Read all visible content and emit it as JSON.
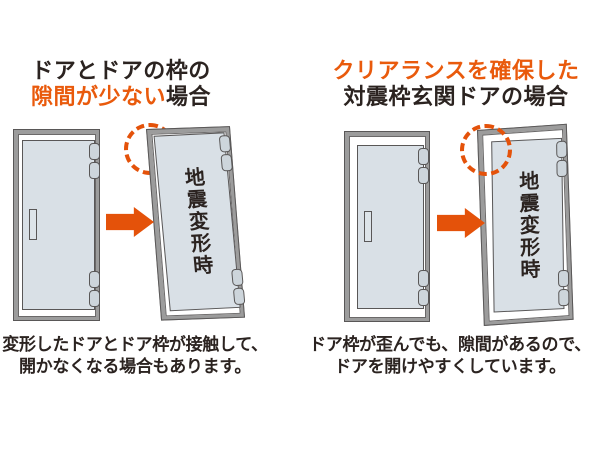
{
  "colors": {
    "accent_orange": "#e4520a",
    "text_orange": "#e95a0c",
    "ink": "#2b2320",
    "frame_gray": "#9c9c9c",
    "outline_dark": "#595757",
    "door_fill": "#d9e0e6",
    "hinge_fill": "#cdd5db"
  },
  "icons": {
    "arrow": "arrow-right",
    "highlight": "dashed-circle"
  },
  "panels": {
    "left": {
      "title": {
        "line1": "ドアとドアの枠の",
        "line2_highlight": "隙間が少ない",
        "line2_rest": "場合"
      },
      "label_deformed": "地震変形時",
      "caption": {
        "line1": "変形したドアとドア枠が接触して、",
        "line2": "開かなくなる場合もあります。"
      }
    },
    "right": {
      "title": {
        "line1_highlight": "クリアランスを確保した",
        "line2": "対震枠玄関ドアの場合"
      },
      "label_deformed": "地震変形時",
      "caption": {
        "line1": "ドア枠が歪んでも、隙間があるので、",
        "line2": "ドアを開けやすくしています。"
      }
    }
  }
}
